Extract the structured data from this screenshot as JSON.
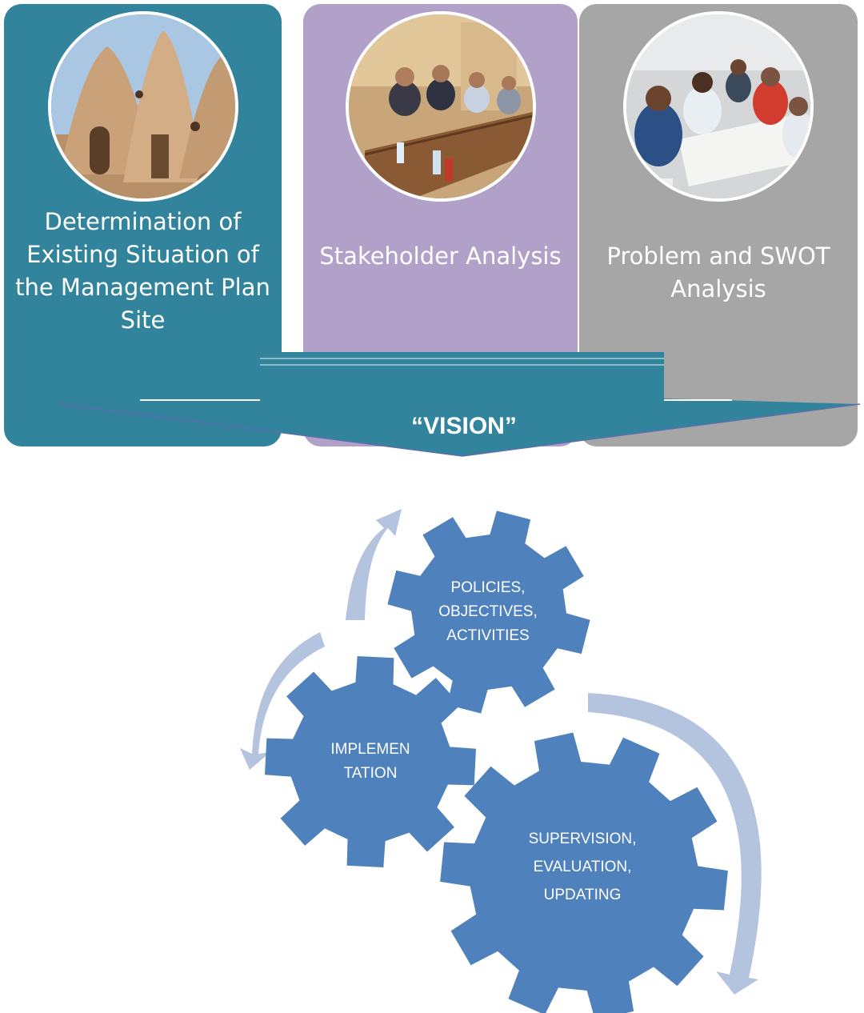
{
  "steps": [
    {
      "label": "Determination of Existing Situation of the Management Plan Site",
      "photo": "beehive-mud-houses"
    },
    {
      "label": "Stakeholder Analysis",
      "photo": "meeting-table"
    },
    {
      "label": "Problem and SWOT Analysis",
      "photo": "workshop-group"
    }
  ],
  "vision": {
    "label": "“VISION”"
  },
  "cycle": {
    "policies": {
      "line1": "POLICIES,",
      "line2": "OBJECTIVES,",
      "line3": "ACTIVITIES"
    },
    "implementation": {
      "line1": "IMPLEMEN",
      "line2": "TATION"
    },
    "supervision": {
      "line1": "SUPERVISION,",
      "line2": "EVALUATION,",
      "line3": "UPDATING"
    }
  },
  "colors": {
    "teal": "#31849b",
    "purple": "#b1a0c7",
    "gray": "#a6a6a6",
    "gear": "#4f81bd",
    "arrow": "#b4c3de"
  }
}
